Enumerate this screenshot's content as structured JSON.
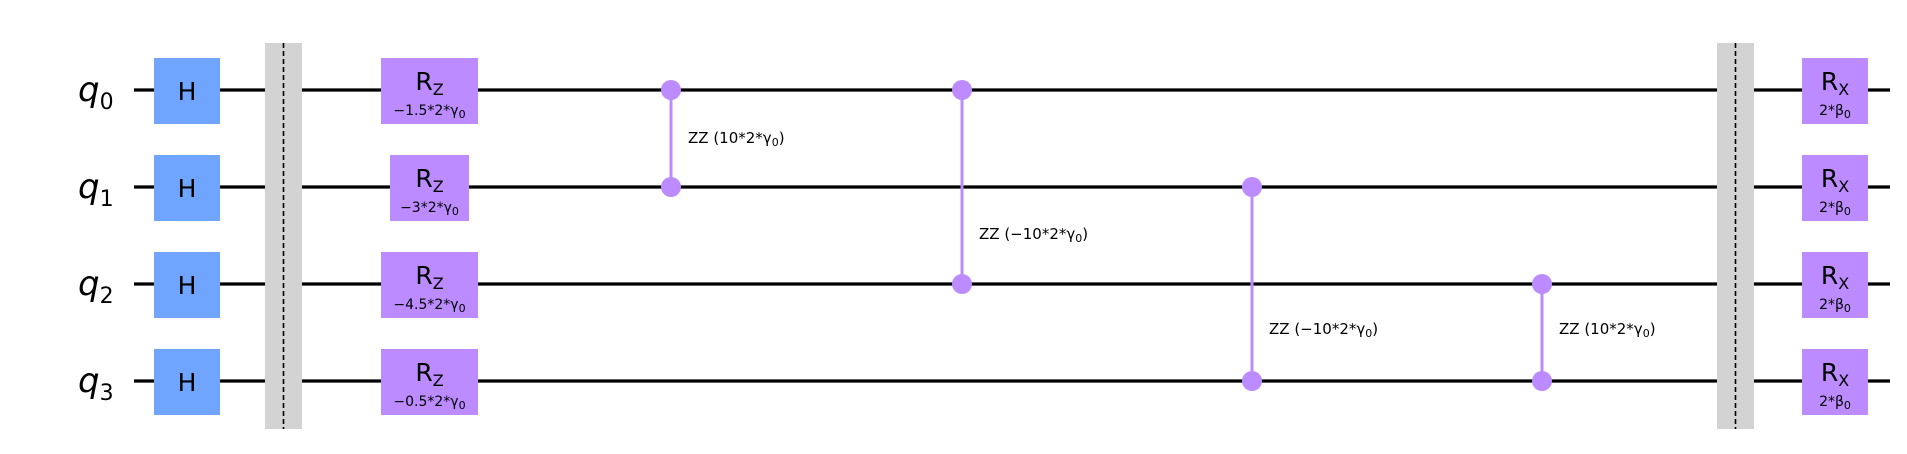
{
  "colors": {
    "h_gate": "#6fa4ff",
    "r_gate": "#bb8bff",
    "zz": "#bb8bff",
    "barrier": "#d3d3d3",
    "wire": "#000000"
  },
  "qubits": [
    {
      "name": "q",
      "index": "0"
    },
    {
      "name": "q",
      "index": "1"
    },
    {
      "name": "q",
      "index": "2"
    },
    {
      "name": "q",
      "index": "3"
    }
  ],
  "h_gates": [
    {
      "label": "H"
    },
    {
      "label": "H"
    },
    {
      "label": "H"
    },
    {
      "label": "H"
    }
  ],
  "rz_gates": [
    {
      "main": "R",
      "sub": "Z",
      "param": "−1.5*2*γ",
      "param_sub": "0"
    },
    {
      "main": "R",
      "sub": "Z",
      "param": "−3*2*γ",
      "param_sub": "0"
    },
    {
      "main": "R",
      "sub": "Z",
      "param": "−4.5*2*γ",
      "param_sub": "0"
    },
    {
      "main": "R",
      "sub": "Z",
      "param": "−0.5*2*γ",
      "param_sub": "0"
    }
  ],
  "zz_gates": [
    {
      "qubits": [
        0,
        1
      ],
      "label": "ZZ (10*2*γ",
      "label_sub": "0",
      "label_end": ")"
    },
    {
      "qubits": [
        0,
        2
      ],
      "label": "ZZ (−10*2*γ",
      "label_sub": "0",
      "label_end": ")"
    },
    {
      "qubits": [
        1,
        3
      ],
      "label": "ZZ (−10*2*γ",
      "label_sub": "0",
      "label_end": ")"
    },
    {
      "qubits": [
        2,
        3
      ],
      "label": "ZZ (10*2*γ",
      "label_sub": "0",
      "label_end": ")"
    }
  ],
  "rx_gates": [
    {
      "main": "R",
      "sub": "X",
      "param": "2*β",
      "param_sub": "0"
    },
    {
      "main": "R",
      "sub": "X",
      "param": "2*β",
      "param_sub": "0"
    },
    {
      "main": "R",
      "sub": "X",
      "param": "2*β",
      "param_sub": "0"
    },
    {
      "main": "R",
      "sub": "X",
      "param": "2*β",
      "param_sub": "0"
    }
  ]
}
